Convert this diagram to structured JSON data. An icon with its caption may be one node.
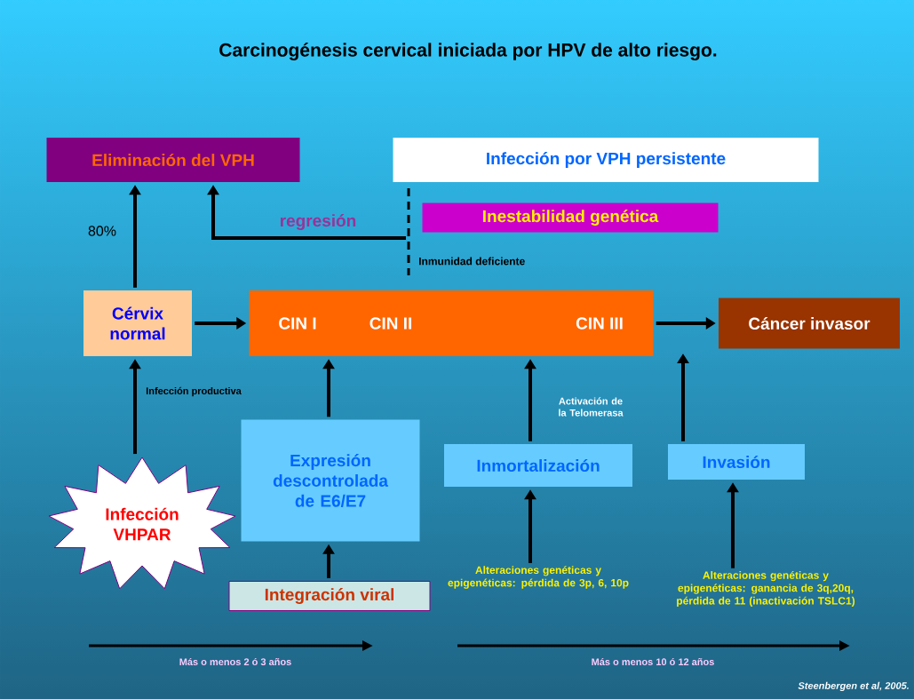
{
  "diagram": {
    "title": "Carcinogénesis cervical iniciada por HPV de alto riesgo.",
    "nodes": [
      {
        "text": [
          "Eliminación del VPH"
        ]
      },
      {
        "text": [
          "Infección por VPH persistente"
        ]
      },
      {
        "text": [
          "Inestabilidad genética"
        ]
      },
      {
        "text": [
          "Cérvix normal"
        ]
      },
      {
        "text": [
          "CIN I",
          "CIN II",
          "CIN III"
        ]
      },
      {
        "text": [
          "Cáncer invasor"
        ]
      },
      {
        "text": [
          "Infección VHPAR"
        ]
      },
      {
        "text": [
          "Expresión descontrolada de E6/E7"
        ]
      },
      {
        "text": [
          "Inmortalización"
        ]
      },
      {
        "text": [
          "Invasión"
        ]
      },
      {
        "text": [
          "Integración viral"
        ]
      },
      {
        "text": [
          "Alteraciones genéticas y epigenéticas: pérdida de 3p, 6, 10p"
        ]
      },
      {
        "text": [
          "Alteraciones genéticas y epigenéticas: ganancia de 3q,20q, pérdida de 11 (inactivación TSLC1)"
        ]
      }
    ],
    "edges": [
      {
        "from": 3,
        "to": 0,
        "arrow": "to",
        "label": "80%"
      },
      {
        "from": null,
        "to": 0,
        "arrow": "to",
        "label": "regresión"
      },
      {
        "from": 3,
        "to": 4,
        "arrow": "to"
      },
      {
        "from": 4,
        "to": 5,
        "arrow": "to"
      },
      {
        "from": 6,
        "to": 3,
        "arrow": "to",
        "label": "Infección productiva"
      },
      {
        "from": 10,
        "to": 7,
        "arrow": "to"
      },
      {
        "from": 7,
        "to": 4,
        "arrow": "to"
      },
      {
        "from": 11,
        "to": 8,
        "arrow": "to"
      },
      {
        "from": 8,
        "to": 4,
        "arrow": "to",
        "label": "Activación de la Telomerasa"
      },
      {
        "from": 12,
        "to": 9,
        "arrow": "to"
      },
      {
        "from": 9,
        "to": null,
        "arrow": "to"
      }
    ],
    "labels": [
      "Inmunidad deficiente",
      "Más o menos 2 ó 3 años",
      "Más o menos 10 ó 12 años",
      "Steenbergen et al, 2005."
    ]
  }
}
